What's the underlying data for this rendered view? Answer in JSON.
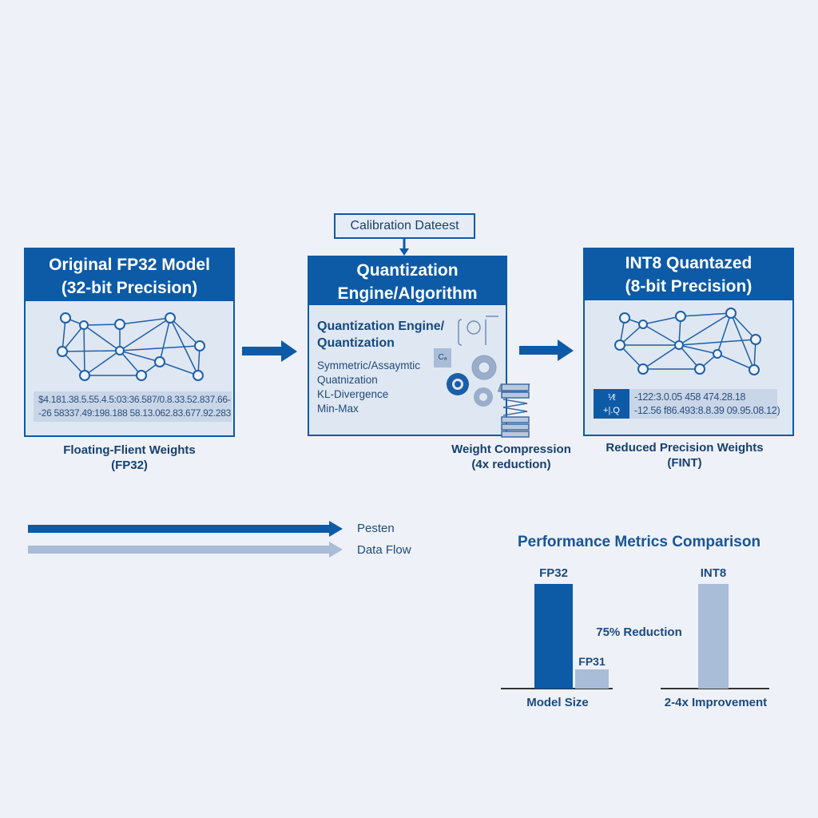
{
  "calibration": {
    "label": "Calibration Dateest"
  },
  "panels": {
    "original": {
      "title_line1": "Original FP32 Model",
      "title_line2": "(32-bit Precision)",
      "weights_line1": "$4.181.38.5.55.4.5:03:36.587/0.8.33.52.837.66-",
      "weights_line2": "-26 58337.49:198.188 58.13.062.83.677.92.283",
      "caption_line1": "Floating-Flient Weights",
      "caption_line2": "(FP32)"
    },
    "engine": {
      "title_line1": "Quantization",
      "title_line2": "Engine/Algorithm",
      "subtitle_line1": "Quantization Engine/",
      "subtitle_line2": "Quantization",
      "methods": [
        "Symmetric/Assaymtic",
        "Quatnization",
        "KL-Divergence",
        "Min-Max"
      ],
      "formula_label": "Cₐ",
      "caption_line1": "Weight Compression",
      "caption_line2": "(4x reduction)"
    },
    "quantized": {
      "title_line1": "INT8 Quantazed",
      "title_line2": "(8-bit Precision)",
      "icon_line1": "⅟ℓ",
      "icon_line2": "+|.Q",
      "weights_line1": "-122:3.0.05 458 474.28.18",
      "weights_line2": "-12.56 f86.493:8.8.39 09.95.08.12)",
      "caption_line1": "Reduced Precision Weights",
      "caption_line2": "(FINT)"
    }
  },
  "legend": {
    "primary": "Pesten",
    "secondary": "Data Flow"
  },
  "metrics": {
    "title": "Performance Metrics Comparison",
    "fp32_label": "FP32",
    "fp31_label": "FP31",
    "int8_label": "INT8",
    "reduction_label": "75% Reduction",
    "model_size_label": "Model Size",
    "improvement_label": "2-4x Improvement",
    "fp32_value": 100,
    "fp31_value": 18,
    "int8_value": 100
  },
  "colors": {
    "primary": "#0d5aa7",
    "secondary": "#a9bcd8",
    "background": "#eef1f7"
  }
}
